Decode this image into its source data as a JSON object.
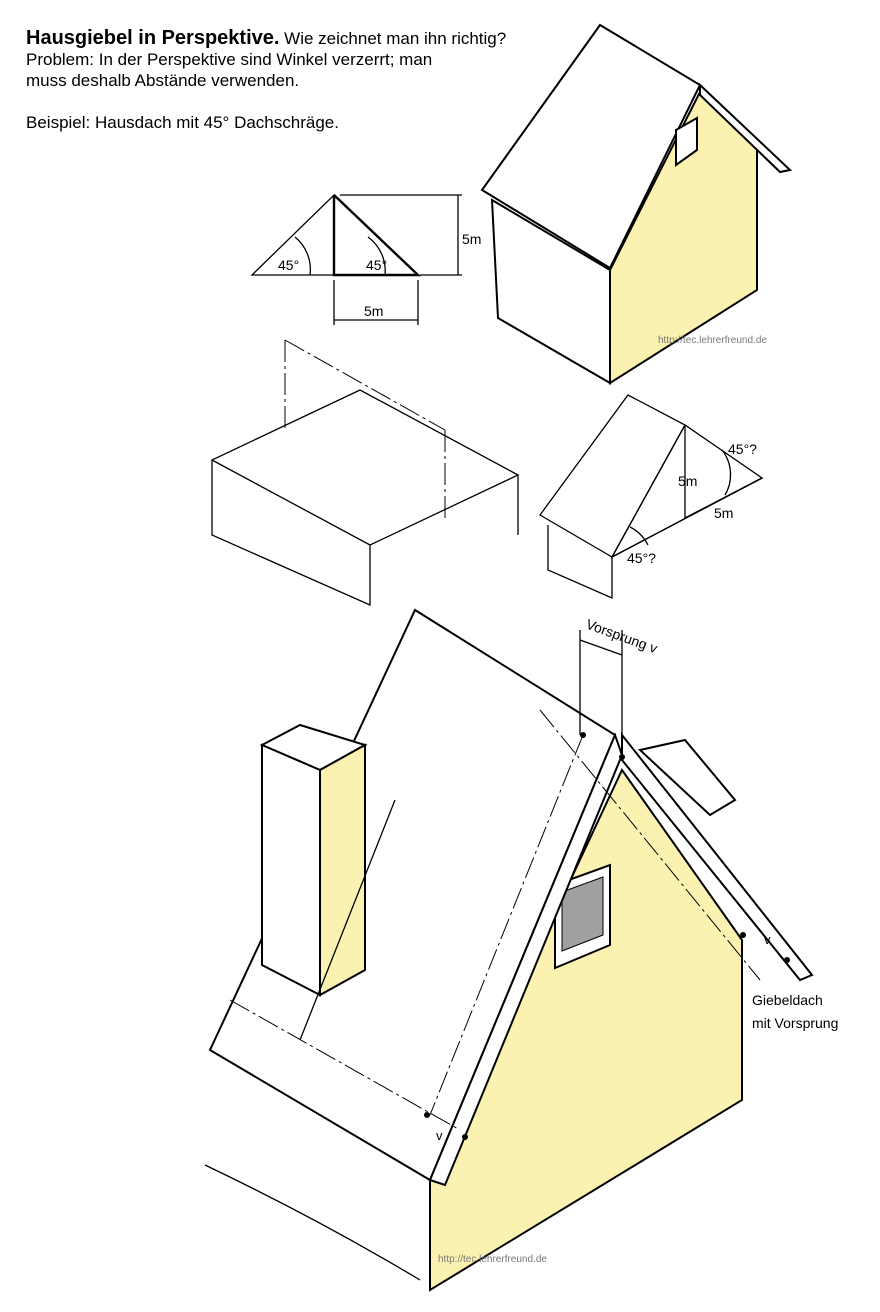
{
  "intro": {
    "title": "Hausgiebel in Perspektive.",
    "question": "Wie zeichnet man ihn richtig?",
    "line2": "Problem: In der Perspektive sind Winkel verzerrt; man",
    "line3": "muss deshalb Abstände verwenden.",
    "example": "Beispiel: Hausdach mit 45° Dachschräge."
  },
  "triangle": {
    "angle_left": "45°",
    "angle_right": "45°",
    "height": "5m",
    "width": "5m"
  },
  "perspective_small": {
    "angle_top": "45°?",
    "angle_bottom": "45°?",
    "height": "5m",
    "width": "5m"
  },
  "large": {
    "overhang_label": "Vorsprung v",
    "v1": "v",
    "v2": "v",
    "caption_line1": "Giebeldach",
    "caption_line2": "mit Vorsprung"
  },
  "watermark": "http://tec.lehrerfreund.de",
  "colors": {
    "wall": "#fbf2b2",
    "window": "#a0a0a0"
  }
}
